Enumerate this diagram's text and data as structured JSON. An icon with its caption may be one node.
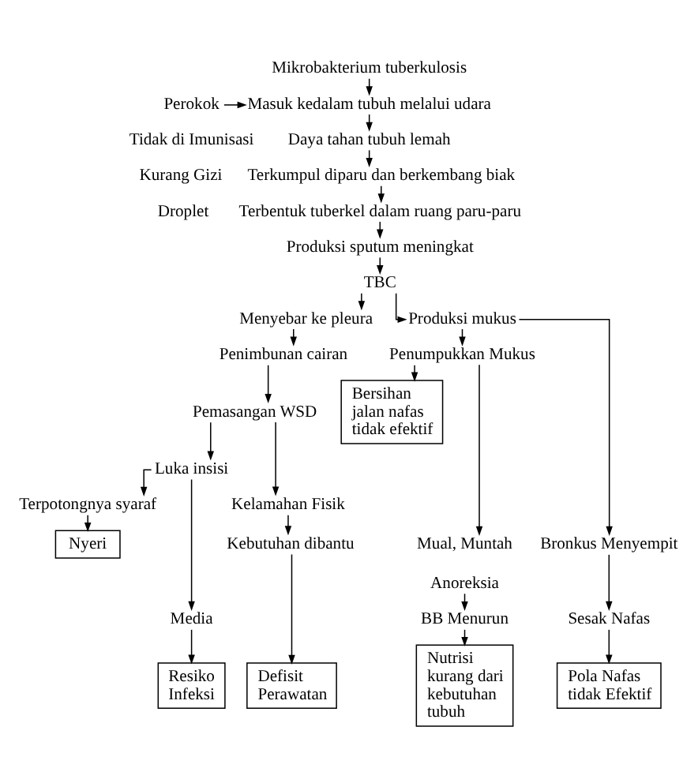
{
  "diagram": {
    "nodes": [
      {
        "text": [
          "Mikrobakterium tuberkulosis"
        ]
      },
      {
        "text": [
          "Perokok"
        ]
      },
      {
        "text": [
          "Masuk kedalam tubuh melalui udara"
        ]
      },
      {
        "text": [
          "Daya tahan tubuh lemah"
        ]
      },
      {
        "text": [
          "Terkumpul diparu dan berkembang biak"
        ]
      },
      {
        "text": [
          "Terbentuk tuberkel dalam ruang paru-paru"
        ]
      },
      {
        "text": [
          "Produksi sputum meningkat"
        ]
      },
      {
        "text": [
          "TBC"
        ]
      },
      {
        "text": [
          "Menyebar ke pleura"
        ]
      },
      {
        "text": [
          "Produksi mukus"
        ]
      },
      {
        "text": [
          "Penimbunan cairan"
        ]
      },
      {
        "text": [
          "Penumpukkan Mukus"
        ]
      },
      {
        "text": [
          "Pemasangan WSD"
        ]
      },
      {
        "text": [
          "Bersihan jalan nafas tidak efektif"
        ]
      },
      {
        "text": [
          "Luka insisi"
        ]
      },
      {
        "text": [
          "Terpotongnya syaraf"
        ]
      },
      {
        "text": [
          "Kelamahan Fisik"
        ]
      },
      {
        "text": [
          "Kebutuhan dibantu"
        ]
      },
      {
        "text": [
          "Bronkus Menyempit"
        ]
      },
      {
        "text": [
          "Nyeri"
        ]
      },
      {
        "text": [
          "Mual, Muntah"
        ]
      },
      {
        "text": [
          "Anoreksia"
        ]
      },
      {
        "text": [
          "Media"
        ]
      },
      {
        "text": [
          "Sesak Nafas"
        ]
      },
      {
        "text": [
          "BB Menurun"
        ]
      },
      {
        "text": [
          "Resiko Infeksi"
        ]
      },
      {
        "text": [
          "Defisit Perawatan"
        ]
      },
      {
        "text": [
          "Pola Nafas tidak Efektif"
        ]
      },
      {
        "text": [
          "Nutrisi kurang dari kebutuhan tubuh"
        ]
      }
    ],
    "edges": [
      {
        "from": 0,
        "to": 2,
        "arrow": "to"
      },
      {
        "from": 1,
        "to": 2,
        "arrow": "to"
      },
      {
        "from": 2,
        "to": 3,
        "arrow": "to"
      },
      {
        "from": 3,
        "to": 4,
        "arrow": "to"
      },
      {
        "from": 4,
        "to": 5,
        "arrow": "to"
      },
      {
        "from": 5,
        "to": 6,
        "arrow": "to"
      },
      {
        "from": 6,
        "to": 7,
        "arrow": "to"
      },
      {
        "from": 7,
        "to": 8,
        "arrow": "to"
      },
      {
        "from": 7,
        "to": 9,
        "arrow": "to"
      },
      {
        "from": 8,
        "to": 10,
        "arrow": "to"
      },
      {
        "from": 10,
        "to": 12,
        "arrow": "to"
      },
      {
        "from": 12,
        "to": 14,
        "arrow": "to"
      },
      {
        "from": 14,
        "to": 15,
        "arrow": "to"
      },
      {
        "from": 15,
        "to": 19,
        "arrow": "to"
      },
      {
        "from": 12,
        "to": 16,
        "arrow": "to"
      },
      {
        "from": 16,
        "to": 17,
        "arrow": "to"
      },
      {
        "from": 17,
        "to": 26,
        "arrow": "to"
      },
      {
        "from": 14,
        "to": 22,
        "arrow": "to"
      },
      {
        "from": 22,
        "to": 25,
        "arrow": "to"
      },
      {
        "from": 9,
        "to": 18,
        "arrow": "to"
      },
      {
        "from": 9,
        "to": 11,
        "arrow": "to"
      },
      {
        "from": 11,
        "to": 13,
        "arrow": "to"
      },
      {
        "from": 11,
        "to": 20,
        "arrow": "to"
      },
      {
        "from": 18,
        "to": 23,
        "arrow": "to"
      },
      {
        "from": 23,
        "to": 27,
        "arrow": "to"
      },
      {
        "from": 21,
        "to": 24,
        "arrow": "to"
      },
      {
        "from": 24,
        "to": 28,
        "arrow": "to"
      }
    ],
    "labels": [
      "Tidak di Imunisasi",
      "Kurang Gizi",
      "Droplet"
    ]
  }
}
